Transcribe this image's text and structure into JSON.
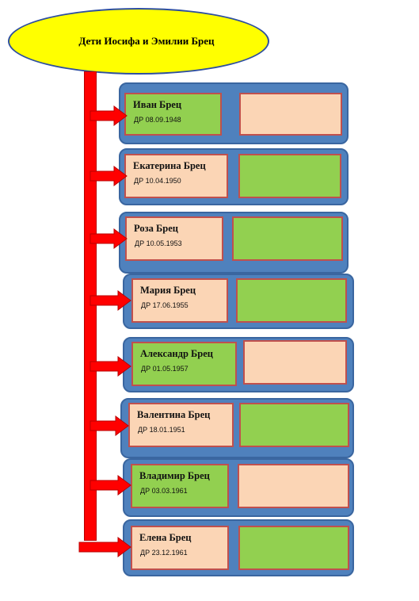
{
  "title": "Дети Иосифа и Эмилии Брец",
  "dob_prefix": "ДР",
  "colors": {
    "title_fill": "#ffff00",
    "card_fill": "#4f81bd",
    "arrow": "#ff0000",
    "green": "#92d050",
    "peach": "#fbd5b5",
    "box_border": "#c0504d"
  },
  "children": [
    {
      "name": "Иван Брец",
      "dob": "08.09.1948",
      "name_box_color": "green",
      "side_box_color": "peach"
    },
    {
      "name": "Екатерина Брец",
      "dob": "10.04.1950",
      "name_box_color": "peach",
      "side_box_color": "green"
    },
    {
      "name": "Роза Брец",
      "dob": "10.05.1953",
      "name_box_color": "peach",
      "side_box_color": "green"
    },
    {
      "name": "Мария Брец",
      "dob": "17.06.1955",
      "name_box_color": "peach",
      "side_box_color": "green"
    },
    {
      "name": "Александр Брец",
      "dob": "01.05.1957",
      "name_box_color": "green",
      "side_box_color": "peach"
    },
    {
      "name": "Валентина Брец",
      "dob": "18.01.1951",
      "name_box_color": "peach",
      "side_box_color": "green"
    },
    {
      "name": "Владимир Брец",
      "dob": "03.03.1961",
      "name_box_color": "green",
      "side_box_color": "peach"
    },
    {
      "name": "Елена Брец",
      "dob": "23.12.1961",
      "name_box_color": "peach",
      "side_box_color": "green"
    }
  ]
}
